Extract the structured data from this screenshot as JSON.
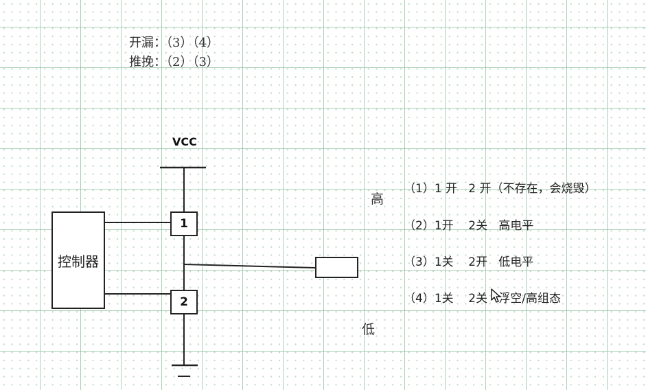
{
  "modes": {
    "open_drain": {
      "label": "开漏：",
      "values": "（3）（4）"
    },
    "push_pull": {
      "label": "推挽：",
      "values": "（2）（3）"
    }
  },
  "circuit": {
    "vcc_label": "VCC",
    "controller_label": "控制器",
    "switch1_label": "1",
    "switch2_label": "2",
    "high_label": "高",
    "low_label": "低"
  },
  "states": [
    "（1）1 开   2 开（不存在，会烧毁）",
    "（2）1开    2关   高电平",
    "（3）1关    2开   低电平",
    "（4）1关    2关   浮空/高组态"
  ]
}
